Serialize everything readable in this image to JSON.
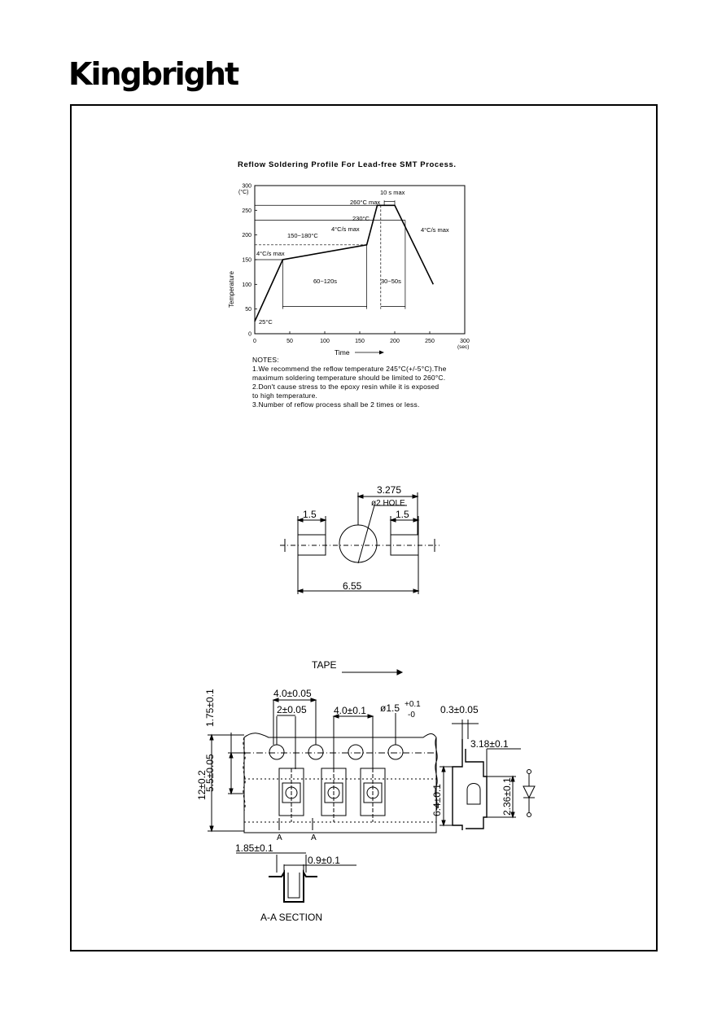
{
  "brand": {
    "logo_text": "Kingbright"
  },
  "reflow": {
    "title": "Reflow Soldering Profile For Lead-free SMT Process.",
    "notes": {
      "heading": "NOTES:",
      "lines": [
        "1.We recommend the reflow temperature 245°C(+/-5°C).The",
        "   maximum soldering temperature should be limited to 260°C.",
        "2.Don't cause stress to the epoxy resin while it  is exposed",
        "   to high temperature.",
        "3.Number of reflow process shall be 2 times or less."
      ]
    },
    "annotations": {
      "t260": "260°C max",
      "t230": "230°C",
      "t150_180": "150~180°C",
      "ramp_mid": "4°C/s max",
      "ramp_start": "4°C/s max",
      "ramp_down": "4°C/s max",
      "start_temp": "25°C",
      "peak_time": "10  s max",
      "soak_time": "60~120s",
      "above_230": "30~50s"
    }
  },
  "chart_data": {
    "type": "line",
    "title": "Reflow Soldering Profile For Lead-free SMT Process.",
    "xlabel": "Time",
    "ylabel": "Temperature",
    "x_unit": "(sec)",
    "y_unit": "(°C)",
    "xlim": [
      0,
      300
    ],
    "ylim": [
      0,
      300
    ],
    "xticks": [
      0,
      50,
      100,
      150,
      200,
      250,
      300
    ],
    "yticks": [
      0,
      50,
      100,
      150,
      200,
      250,
      300
    ],
    "grid": false,
    "series": [
      {
        "x": [
          0,
          40,
          160,
          175,
          200,
          255
        ],
        "y": [
          25,
          150,
          180,
          260,
          260,
          100
        ]
      }
    ]
  },
  "pad_layout": {
    "dim_total": "3.275",
    "dim_hole": "ø2 HOLE",
    "dim_left": "1.5",
    "dim_right": "1.5",
    "dim_span": "6.55"
  },
  "tape": {
    "title": "TAPE",
    "dim_pitch_a": "4.0±0.05",
    "dim_half": "2±0.05",
    "dim_pitch_b": "4.0±0.1",
    "dim_hole_dia": "ø1.5",
    "dim_hole_tol_plus": "+0.1",
    "dim_hole_tol_minus": "-0",
    "dim_thickness": "0.3±0.05",
    "dim_edge": "1.75±0.1",
    "dim_center": "5.5±0.05",
    "dim_width": "12±0.2",
    "dim_pocket_w": "3.18±0.1",
    "dim_pocket_l": "6.4±0.1",
    "dim_pocket_d": "2.36±0.1",
    "section_mark_a1": "A",
    "section_mark_a2": "A",
    "dim_sec_1": "1.85±0.1",
    "dim_sec_2": "0.9±0.1",
    "section_title": "A-A  SECTION"
  }
}
